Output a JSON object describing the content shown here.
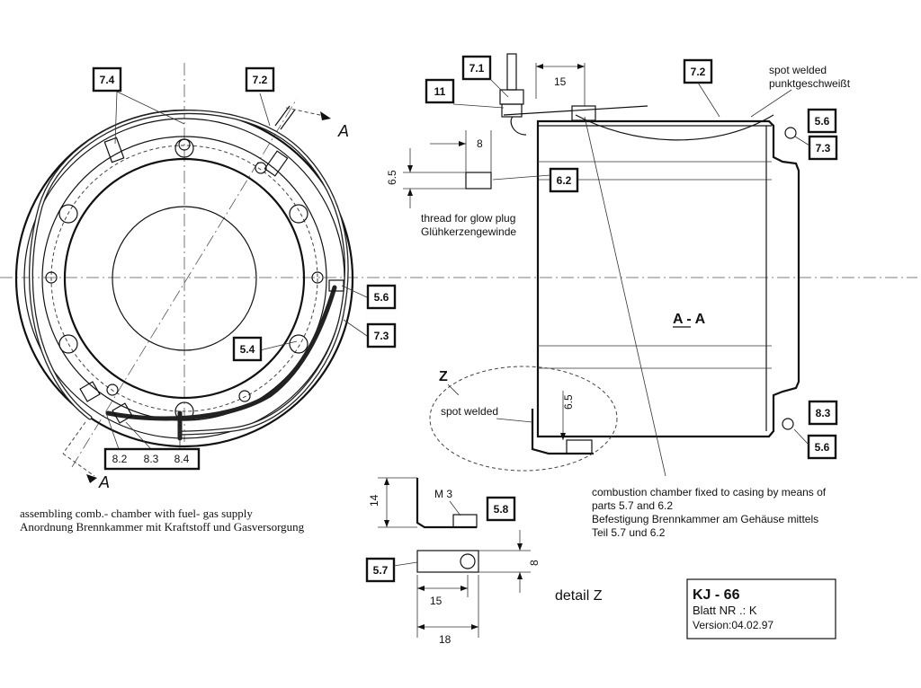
{
  "labels": {
    "l_7_4": "7.4",
    "l_7_2_left": "7.2",
    "l_5_6_left": "5.6",
    "l_7_3_left": "7.3",
    "l_5_4": "5.4",
    "l_8_2": "8.2",
    "l_8_3_left": "8.3",
    "l_8_4": "8.4",
    "l_7_1": "7.1",
    "l_11": "11",
    "l_6_2": "6.2",
    "l_7_2_right": "7.2",
    "l_5_6_top": "5.6",
    "l_7_3_right": "7.3",
    "l_8_3_right": "8.3",
    "l_5_6_bottom": "5.6",
    "l_5_8": "5.8",
    "l_5_7": "5.7"
  },
  "section_marks": {
    "top": "A",
    "bottom": "A",
    "view": "A - A",
    "detail_letter": "Z"
  },
  "dimensions": {
    "d_15_top": "15",
    "d_8_top": "8",
    "d_6_5_left": "6.5",
    "d_6_5_detail": "6.5",
    "d_14": "14",
    "d_8_right": "8",
    "d_15_bottom": "15",
    "d_18": "18",
    "m3": "M 3"
  },
  "annotations": {
    "spot_welded_en": "spot welded",
    "spot_welded_de": "punktgeschweißt",
    "thread_en": "thread for glow plug",
    "thread_de": "Glühkerzengewinde",
    "spot_welded_detail": "spot welded",
    "caption_en": "assembling comb.- chamber with fuel- gas supply",
    "caption_de": "Anordnung Brennkammer mit Kraftstoff und Gasversorgung",
    "note_en_1": "combustion chamber fixed to casing by means of",
    "note_en_2": "parts 5.7 and 6.2",
    "note_de_1": "Befestigung Brennkammer am Gehäuse mittels",
    "note_de_2": "Teil 5.7 und 6.2",
    "detail_z": "detail Z"
  },
  "title_block": {
    "model": "KJ -   66",
    "sheet": "Blatt NR .: K",
    "version": "Version:04.02.97"
  }
}
